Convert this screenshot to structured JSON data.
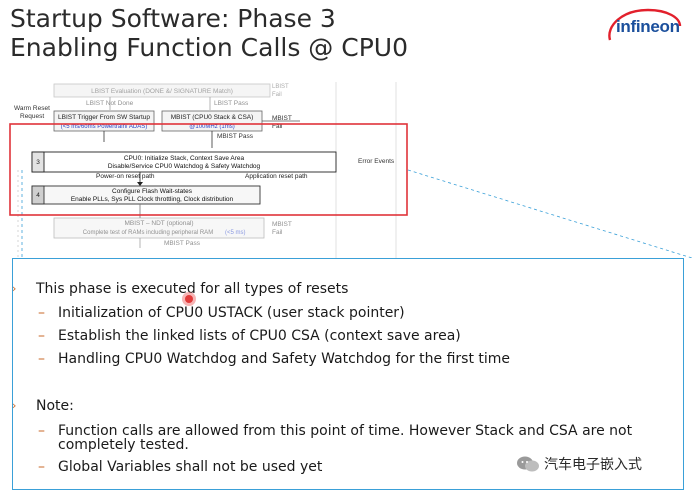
{
  "slide": {
    "title_line1": "Startup Software: Phase 3",
    "title_line2": "Enabling Function Calls @ CPU0",
    "logo_text": "infineon"
  },
  "diagram": {
    "lbist_eval": "LBIST Evaluation (DONE &/ SIGNATURE Match)",
    "lbist_fail": "LBIST\nFail",
    "lbist_not_done": "LBIST Not Done",
    "lbist_pass": "LBIST Pass",
    "warm_reset": "Warm Reset",
    "request": "Request",
    "lbist_trigger": "LBIST Trigger From SW Startup",
    "lbist_trigger_sub": "(<5 ms/6oms Powertrain/ ADAS)",
    "mbist_cpu": "MBIST (CPU0 Stack & CSA)",
    "mbist_cpu_sub": "@100MHz (1ms)",
    "mbist_label": "MBIST",
    "fail": "Fail",
    "mbist_pass": "MBIST Pass",
    "step3_num": "3",
    "step3_line1": "CPU0: Initialize Stack, Context Save Area",
    "step3_line2": "Disable/Service CPU0 Watchdog & Safety Watchdog",
    "error_events": "Error Events",
    "power_on_path": "Power-on reset path",
    "app_reset_path": "Application reset path",
    "step4_num": "4",
    "step4_line1": "Configure Flash Wait-states",
    "step4_line2": "Enable PLLs, Sys PLL Clock throttling, Clock distribution",
    "mbist_ndt": "MBIST – NDT (optional)",
    "mbist_ndt_sub": "Complete test of RAMs including peripheral RAM",
    "mbist_ndt_time": "(<5 ms)",
    "mbist_pass2": "MBIST Pass"
  },
  "content": {
    "bullet1": "This phase is executed for all types of resets",
    "sub1": "Initialization of CPU0 USTACK (user stack pointer)",
    "sub2": "Establish the linked lists of CPU0 CSA (context save area)",
    "sub3": "Handling CPU0 Watchdog and Safety Watchdog for the first time",
    "bullet2": "Note:",
    "sub4_line1": "Function calls are allowed from this point of time. However Stack and CSA are not",
    "sub4_line2": "completely tested.",
    "sub5": "Global Variables shall not be used yet"
  },
  "watermark": {
    "text": "汽车电子嵌入式"
  },
  "colors": {
    "highlight_red": "#e0333a",
    "callout_blue": "#3aa0d8",
    "brand_blue": "#1b4f9c",
    "bullet_orange": "#c96a2a"
  }
}
